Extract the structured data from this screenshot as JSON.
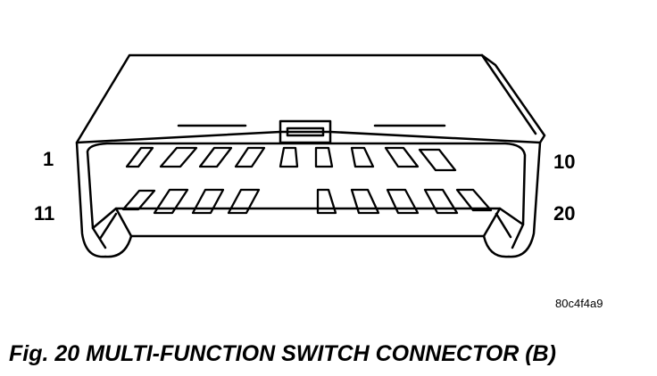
{
  "pin_labels": {
    "top_left": "1",
    "top_right": "10",
    "bottom_left": "11",
    "bottom_right": "20"
  },
  "reference_code": "80c4f4a9",
  "caption": "Fig. 20 MULTI-FUNCTION SWITCH CONNECTOR (B)",
  "colors": {
    "line": "#000000",
    "background": "#ffffff"
  }
}
